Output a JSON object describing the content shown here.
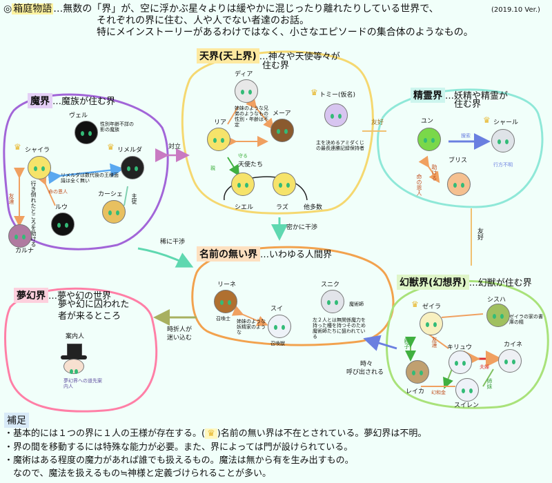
{
  "header": {
    "title_mark": "◎",
    "title": "箱庭物語",
    "line1": "…無数の「界」が、空に浮かぶ星々よりは緩やかに混じったり離れたりしている世界で、",
    "line2": "それぞれの界に住む、人や人でない者達のお話。",
    "line3": "特にメインストーリーがあるわけではなく、小さなエピソードの集合体のようなもの。",
    "version": "(2019.10 Ver.)"
  },
  "realms": {
    "tenkai": {
      "title": "天界(天上界)",
      "desc1": "…神々や天使等々が",
      "desc2": "住む界",
      "characters": [
        "ディア",
        "リア",
        "メーア",
        "トミー(仮名)",
        "シエル",
        "ラズ"
      ],
      "group_label": "天使たち",
      "others": "他多数",
      "note_sibling": "姉妹のような兄弟のようなもの性別・年齢は不定",
      "note_tommy": "主を決めるアミダくじの最長連勝記録保持者",
      "arrow_mamoru": "守る",
      "arrow_tsuyoi": "親"
    },
    "makai": {
      "title": "魔界",
      "desc": "…魔族が住む界",
      "characters": [
        "ヴェル",
        "シャイラ",
        "リメルダ",
        "カーシェ",
        "ルウ",
        "カルナ"
      ],
      "note_vel": "性別年齢不詳の影の魔族",
      "note_rimelda": "リメルダは数代後の王様面識は全く無い",
      "note_lu": "行き倒れたところを助ける",
      "label_onjin": "命の恩人",
      "label_yuko": "友達",
      "label_shuju": "主従"
    },
    "seirei": {
      "title": "精霊界",
      "desc1": "…妖精や精霊が",
      "desc2": "住む界",
      "characters": [
        "ユン",
        "シャール",
        "ブリス"
      ],
      "label_search": "捜索",
      "label_missing": "行方不明",
      "label_help": "助ける",
      "label_onjin": "命の恩人"
    },
    "namae": {
      "title": "名前の無い界",
      "desc": "…いわゆる人間界",
      "characters": [
        "リーネ",
        "スイ",
        "スニク"
      ],
      "note_line": "召喚士",
      "note_sui": "召喚獣",
      "note_snik_role": "魔術師",
      "note_snik": "左２人とは無関係魔力を持った種を持つそのため魔術師たちに狙われている",
      "note_pair": "姉妹のような妖精家のような"
    },
    "yume": {
      "title": "夢幻界",
      "desc1": "…夢や幻の世界",
      "desc2": "夢や幻に囚われた",
      "desc3": "者が来るところ",
      "character": "案内人",
      "note": "夢幻界への道先案内人"
    },
    "genju": {
      "title": "幻獣界(幻想界)",
      "desc": "…幻獣が住む界",
      "characters": [
        "ゼイラ",
        "シスハ",
        "キリュウ",
        "カイネ",
        "レイカ",
        "スイレン"
      ],
      "note_sisha": "ゼイラの家の書庫の精",
      "label_fufu": "夫婦",
      "label_yuko": "友達",
      "label_oyako": "親子",
      "label_genkai": "幻和金",
      "label_sister": "姉妹"
    }
  },
  "arrows": {
    "taiko": "対立",
    "yuko1": "友好",
    "yuko2": "友好",
    "hisoka": "密かに干渉",
    "mare": "稀に干渉",
    "tokiori1": "時折人が",
    "tokiori2": "迷い込む",
    "tokidoki1": "時々",
    "tokidoki2": "呼び出される"
  },
  "supplement": {
    "title": "補足",
    "items": [
      "・基本的には１つの界に１人の王様が存在する。(",
      "・界の間を移動するには特殊な能力が必要。また、界によっては門が設けられている。",
      "・魔術はある程度の魔力があれば誰でも扱えるもの。魔法は無から有を生み出すもの。",
      "　なので、魔法を扱えるもの≒神様と定義づけられることが多い。"
    ],
    "item1_after": ")名前の無い界は不在とされている。夢幻界は不明。"
  },
  "colors": {
    "tenkai": "#f5d870",
    "makai": "#a265d8",
    "seirei": "#8fe8d8",
    "namae": "#f2a24e",
    "yume": "#ff7fa6",
    "genju": "#a9e27a",
    "crown": "#e8b830"
  }
}
